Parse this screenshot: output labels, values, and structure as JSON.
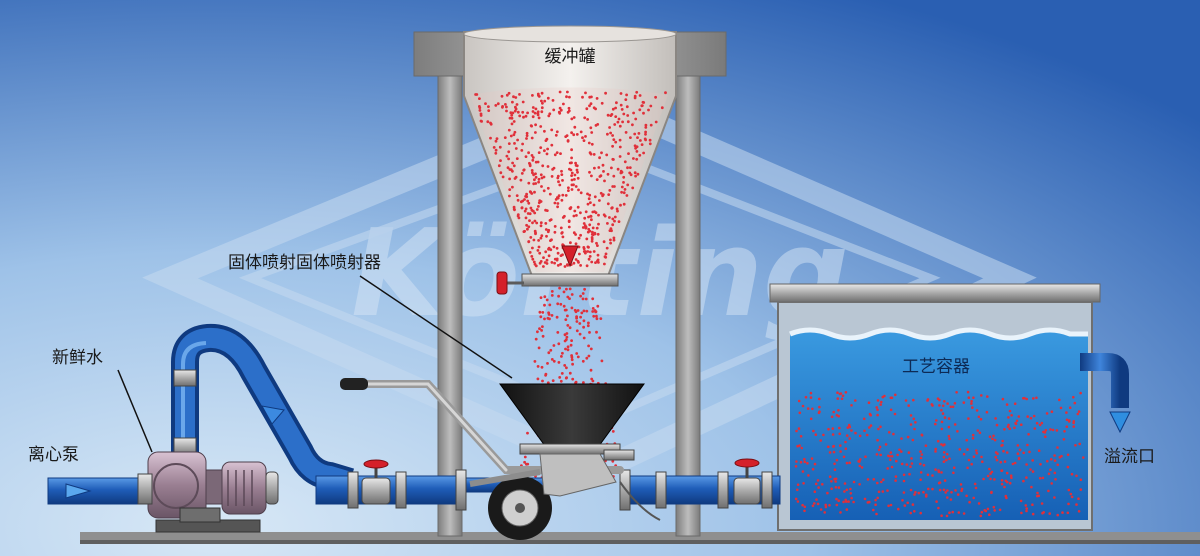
{
  "labels": {
    "hopper": "缓冲罐",
    "eductor": "固体喷射固体喷射器",
    "fresh_water": "新鲜水",
    "pump": "离心泵",
    "vessel": "工艺容器",
    "overflow": "溢流口"
  },
  "watermark": {
    "text": "Körting"
  },
  "colors": {
    "background_top": "#cfe2f4",
    "background_bottom": "#2f64b4",
    "pipe": "#1f5db8",
    "particle": "#e0303a",
    "frame": "#9c9c9c",
    "water": "#1f79c9",
    "valve_handle": "#d4202a"
  }
}
